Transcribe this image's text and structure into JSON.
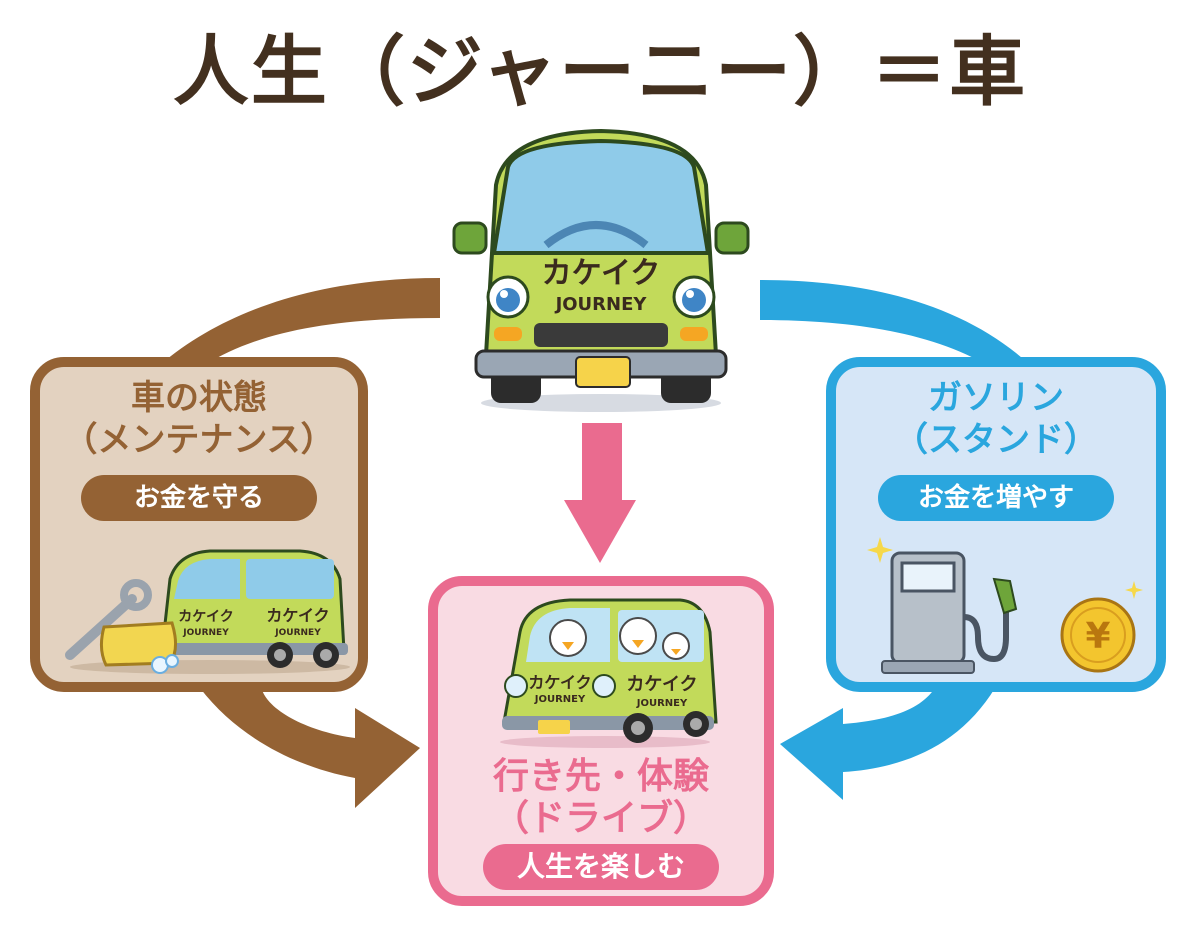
{
  "title": "人生（ジャーニー）＝車",
  "center_van": {
    "brand_text": "カケイク",
    "brand_sub": "JOURNEY",
    "icon": "van-front-icon"
  },
  "boxes": {
    "left": {
      "heading_line1": "車の状態",
      "heading_line2": "（メンテナンス）",
      "pill": "お金を守る",
      "illustration": "van-maintenance-icon",
      "van_text": "カケイク",
      "van_sub": "JOURNEY",
      "color": "#946234",
      "bg": "#e3d2c0"
    },
    "right": {
      "heading_line1": "ガソリン",
      "heading_line2": "（スタンド）",
      "pill": "お金を増やす",
      "illustration": "fuel-pump-and-yen-coin-icon",
      "coin_symbol": "¥",
      "color": "#2aa6de",
      "bg": "#d6e6f7"
    },
    "center": {
      "heading_line1": "行き先・体験",
      "heading_line2": "（ドライブ）",
      "pill": "人生を楽しむ",
      "illustration": "van-family-drive-icon",
      "van_text": "カケイク",
      "van_sub": "JOURNEY",
      "color": "#ea6b8f",
      "bg": "#f9dbe3"
    }
  },
  "arrows": {
    "left_color": "#946234",
    "right_color": "#2aa6de",
    "down_color": "#ea6b8f"
  }
}
